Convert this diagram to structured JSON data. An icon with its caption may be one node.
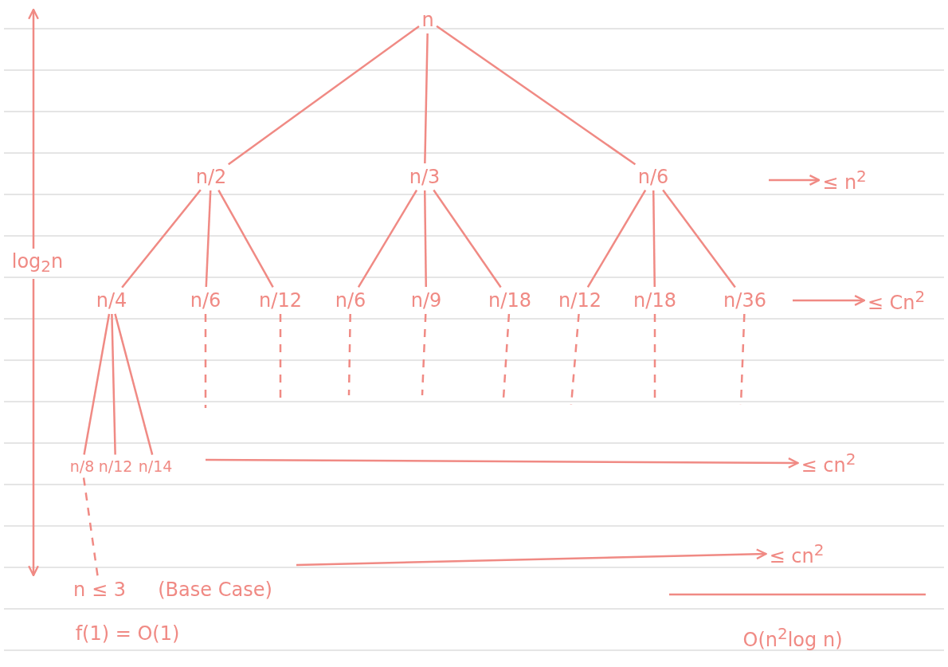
{
  "diagram": {
    "nodes": [
      {
        "text": [
          "n"
        ]
      },
      {
        "text": [
          "n/2"
        ]
      },
      {
        "text": [
          "n/3"
        ]
      },
      {
        "text": [
          "n/6"
        ]
      },
      {
        "text": [
          "n/4"
        ]
      },
      {
        "text": [
          "n/6"
        ]
      },
      {
        "text": [
          "n/12"
        ]
      },
      {
        "text": [
          "n/6"
        ]
      },
      {
        "text": [
          "n/9"
        ]
      },
      {
        "text": [
          "n/18"
        ]
      },
      {
        "text": [
          "n/12"
        ]
      },
      {
        "text": [
          "n/18"
        ]
      },
      {
        "text": [
          "n/36"
        ]
      },
      {
        "text": [
          "n/8"
        ]
      },
      {
        "text": [
          "n/12"
        ]
      },
      {
        "text": [
          "n/14"
        ]
      },
      {
        "text": [
          "n ≤ 3"
        ],
        "beside": [
          "(Base Case)"
        ]
      },
      {
        "text": [
          "≤ n$^{2}$"
        ]
      },
      {
        "text": [
          "≤ Cn$^{2}$"
        ]
      },
      {
        "text": [
          "≤ cn$^{2}$"
        ]
      },
      {
        "text": [
          "≤ cn$^{2}$"
        ]
      }
    ],
    "edges": [
      {
        "from": 0,
        "to": 1,
        "arrow": "none"
      },
      {
        "from": 0,
        "to": 2,
        "arrow": "none"
      },
      {
        "from": 0,
        "to": 3,
        "arrow": "none"
      },
      {
        "from": 1,
        "to": 4,
        "arrow": "none"
      },
      {
        "from": 1,
        "to": 5,
        "arrow": "none"
      },
      {
        "from": 1,
        "to": 6,
        "arrow": "none"
      },
      {
        "from": 2,
        "to": 7,
        "arrow": "none"
      },
      {
        "from": 2,
        "to": 8,
        "arrow": "none"
      },
      {
        "from": 2,
        "to": 9,
        "arrow": "none"
      },
      {
        "from": 3,
        "to": 10,
        "arrow": "none"
      },
      {
        "from": 3,
        "to": 11,
        "arrow": "none"
      },
      {
        "from": 3,
        "to": 12,
        "arrow": "none"
      },
      {
        "from": 4,
        "to": 13,
        "arrow": "none"
      },
      {
        "from": 4,
        "to": 14,
        "arrow": "none"
      },
      {
        "from": 4,
        "to": 15,
        "arrow": "none"
      },
      {
        "from": 5,
        "to": null,
        "arrow": "none",
        "style": "dashed"
      },
      {
        "from": 6,
        "to": null,
        "arrow": "none",
        "style": "dashed"
      },
      {
        "from": 7,
        "to": null,
        "arrow": "none",
        "style": "dashed"
      },
      {
        "from": 8,
        "to": null,
        "arrow": "none",
        "style": "dashed"
      },
      {
        "from": 9,
        "to": null,
        "arrow": "none",
        "style": "dashed"
      },
      {
        "from": 10,
        "to": null,
        "arrow": "none",
        "style": "dashed"
      },
      {
        "from": 11,
        "to": null,
        "arrow": "none",
        "style": "dashed"
      },
      {
        "from": 12,
        "to": null,
        "arrow": "none",
        "style": "dashed"
      },
      {
        "from": 13,
        "to": 16,
        "arrow": "none",
        "style": "dashed"
      },
      {
        "from": null,
        "to": 17,
        "arrow": "to"
      },
      {
        "from": null,
        "to": 18,
        "arrow": "to"
      },
      {
        "from": null,
        "to": 19,
        "arrow": "to"
      },
      {
        "from": null,
        "to": 20,
        "arrow": "to"
      }
    ],
    "labels": [
      "log$_{2}$n",
      "f(1) = O(1)",
      "O(n$^{2}$log n)"
    ]
  }
}
